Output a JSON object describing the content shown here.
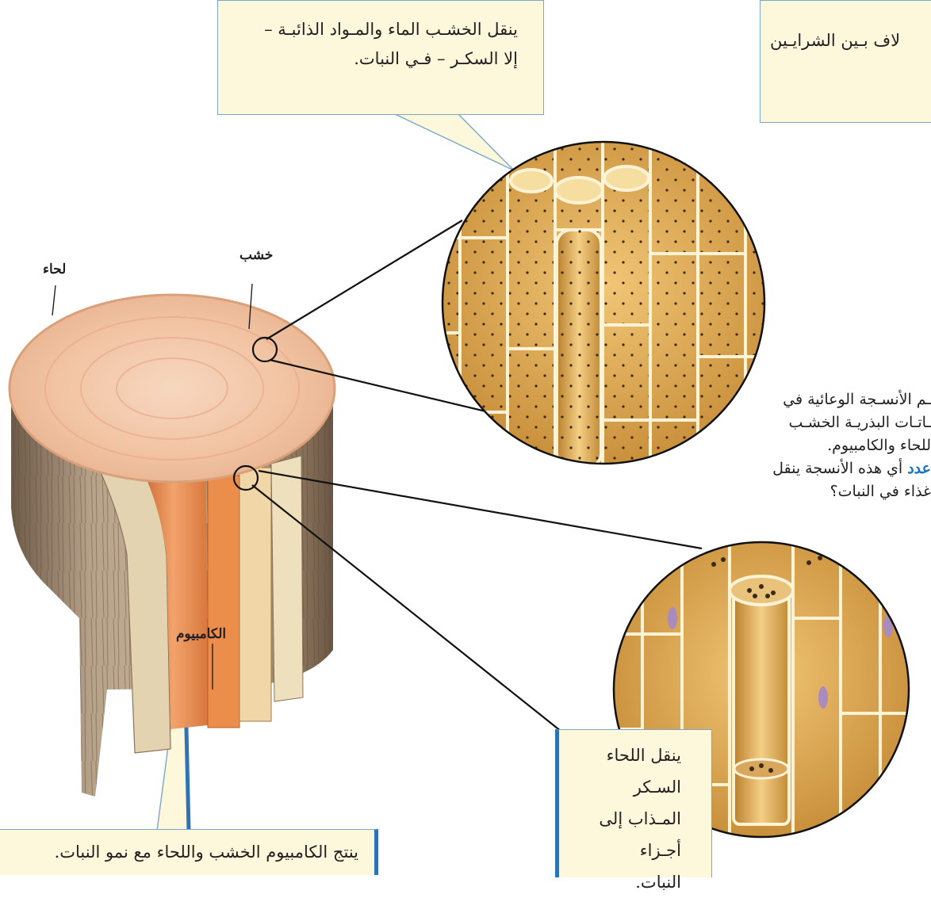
{
  "callouts": {
    "xylem": {
      "line1": "ينقل الخشـب الماء والمـواد الذائبـة –",
      "line2": "إلا السكـر – فـي النبات."
    },
    "cambium": {
      "text": "ينتج الكامبيوم الخشب واللحاء مع نمو النبات."
    },
    "phloem": {
      "line1": "ينقل اللحاء السـكر",
      "line2": "المـذاب إلى أجـزاء",
      "line3": "النبات."
    },
    "top_right_fragment": {
      "text": "لاف بـين الشرايـين"
    }
  },
  "labels": {
    "phloem": "لحاء",
    "xylem": "خشب",
    "cambium": "الكامبيوم"
  },
  "side_text": {
    "line1": "ـم الأنسـجة الوعائية في",
    "line2": "ـاتـات البذريـة الخشـب",
    "line3": "للحاء والكامبيوم.",
    "identify_keyword": "عدد",
    "line4_rest": "أي هذه الأنسجة ينقل",
    "line5": "غذاء في النبات؟"
  },
  "colors": {
    "callout_fill": "#fdf8dc",
    "callout_border": "#7aa7c7",
    "keyword_blue": "#1b75bc",
    "wood_top": "#f3c7a8",
    "bark": "#9b8369",
    "cambium_orange": "#e98a4a",
    "cell_gold": "#d9a24a"
  }
}
